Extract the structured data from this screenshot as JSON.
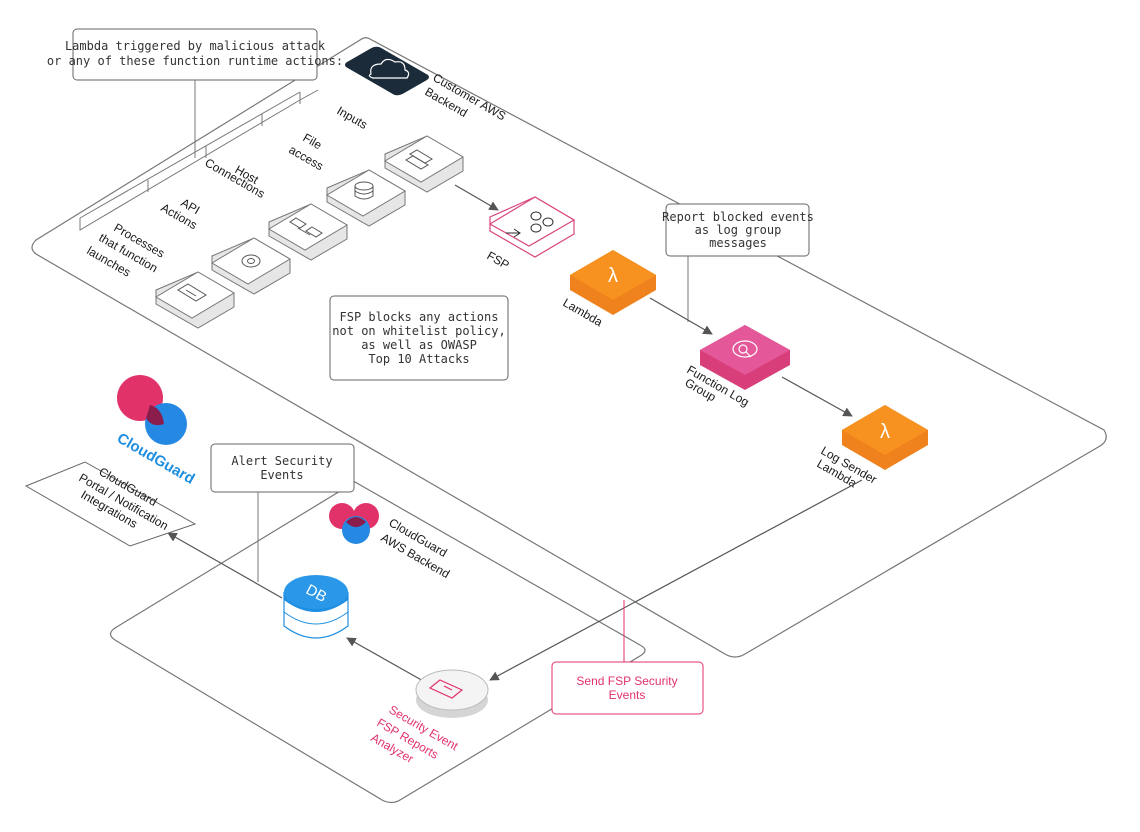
{
  "colors": {
    "aws_dark": "#1b2b3a",
    "lambda_orange": "#f5821f",
    "log_pink": "#e0508a",
    "fsp_pink": "#d9457e",
    "cloudguard_blue": "#1e8ee0",
    "cloudguard_pink": "#e2326a",
    "outline_gray": "#666666"
  },
  "callouts": {
    "trigger": {
      "line1": "Lambda triggered by malicious attack",
      "line2": "or any of these function runtime actions:"
    },
    "fsp_blocks": {
      "line1": "FSP blocks any actions",
      "line2": "not on whitelist policy,",
      "line3": "as well as OWASP",
      "line4": "Top 10 Attacks"
    },
    "report": {
      "line1": "Report blocked events",
      "line2": "as log group",
      "line3": "messages"
    },
    "alert": {
      "line1": "Alert Security",
      "line2": "Events"
    },
    "send": {
      "line1": "Send FSP Security",
      "line2": "Events"
    }
  },
  "customer_backend": {
    "line1": "Customer AWS",
    "line2": "Backend",
    "icon": "cloud-icon"
  },
  "runtime_actions": [
    {
      "line1": "Inputs",
      "line2": "",
      "line3": "",
      "icon": "input-form-icon"
    },
    {
      "line1": "File",
      "line2": "access",
      "line3": "",
      "icon": "database-icon"
    },
    {
      "line1": "Host",
      "line2": "Connections",
      "line3": "",
      "icon": "network-icon"
    },
    {
      "line1": "API",
      "line2": "Actions",
      "line3": "",
      "icon": "gear-icon"
    },
    {
      "line1": "Processes",
      "line2": "that function",
      "line3": "launches",
      "icon": "code-file-icon"
    }
  ],
  "pipeline": {
    "fsp": "FSP",
    "lambda": "Lambda",
    "function_log": {
      "line1": "Function Log",
      "line2": "Group"
    },
    "log_sender": {
      "line1": "Log Sender",
      "line2": "Lambda"
    }
  },
  "cloudguard": {
    "brand": "CloudGuard",
    "portal": {
      "line1": "CloudGuard",
      "line2": "Portal / Notification",
      "line3": "Integrations"
    },
    "backend": {
      "line1": "CloudGuard",
      "line2": "AWS Backend"
    },
    "db": "DB",
    "analyzer": {
      "line1": "Security Event",
      "line2": "FSP Reports",
      "line3": "Analyzer"
    }
  }
}
